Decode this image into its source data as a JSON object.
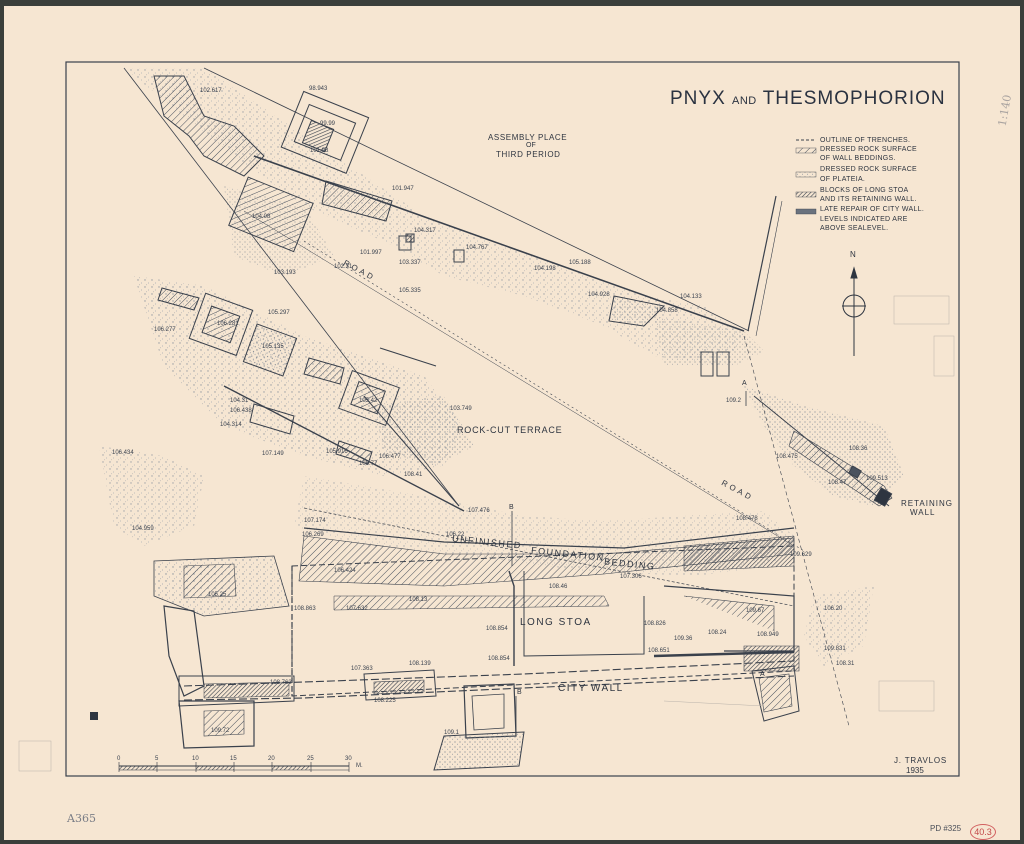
{
  "title": {
    "part1": "PNYX",
    "connector": "AND",
    "part2": "THESMOPHORION"
  },
  "labels": {
    "assembly1": "ASSEMBLY PLACE",
    "assembly2": "OF",
    "assembly3": "THIRD PERIOD",
    "rock_terrace": "ROCK-CUT TERRACE",
    "road_upper": "ROAD",
    "road_lower": "ROAD",
    "unfinished": "UNFINISHED",
    "foundation": "FOUNDATION",
    "bedding": "BEDDING",
    "long_stoa": "LONG STOA",
    "city_wall": "CITY WALL",
    "retaining1": "RETAINING",
    "retaining2": "WALL",
    "north": "N",
    "section_a": "A",
    "section_b": "B"
  },
  "legend": [
    "OUTLINE OF TRENCHES.",
    "DRESSED ROCK SURFACE",
    "OF WALL BEDDINGS.",
    "DRESSED ROCK SURFACE",
    "OF PLATEIA.",
    "BLOCKS OF LONG STOA",
    "AND ITS RETAINING WALL.",
    "LATE REPAIR OF CITY WALL.",
    "LEVELS INDICATED ARE",
    "ABOVE SEALEVEL."
  ],
  "scale": {
    "ticks": [
      "0",
      "5",
      "10",
      "15",
      "20",
      "25",
      "30"
    ],
    "unit": "M."
  },
  "signature": {
    "name": "J. TRAVLOS",
    "year": "1935"
  },
  "margin": {
    "left_note": "A365",
    "right_note": "PD #325",
    "stamp": "40.3",
    "pencil_top": "1:140"
  },
  "levels": [
    "98.943",
    "99.99",
    "101.98",
    "102.617",
    "101.947",
    "104.317",
    "104.767",
    "103.337",
    "103.193",
    "101.997",
    "105.335",
    "102.31",
    "104.198",
    "104.08",
    "105.188",
    "104.928",
    "104.133",
    "104.858",
    "106.277",
    "105.297",
    "105.135",
    "106.281",
    "103.749",
    "104.31",
    "105.42",
    "105.77",
    "104.314",
    "106.438",
    "107.149",
    "105.916",
    "106.477",
    "108.41",
    "106.434",
    "104.959",
    "107.174",
    "106.269",
    "106.424",
    "106.22",
    "107.632",
    "107.476",
    "108.478",
    "108.13",
    "108.46",
    "107.306",
    "105.25",
    "108.863",
    "108.854",
    "108.854",
    "108.651",
    "108.763",
    "108.139",
    "107.363",
    "108.225",
    "108.826",
    "108.24",
    "109.67",
    "109.36",
    "108.949",
    "106.20",
    "109.831",
    "108.31",
    "109.629",
    "108.475",
    "108.47",
    "109.513",
    "108.36",
    "109.2",
    "109.1",
    "109.72"
  ],
  "colors": {
    "paper": "#f6e6d2",
    "ink": "#2e3540",
    "stipple": "#9aa2ad",
    "hatch": "#4a525e",
    "stamp": "#c24848"
  }
}
